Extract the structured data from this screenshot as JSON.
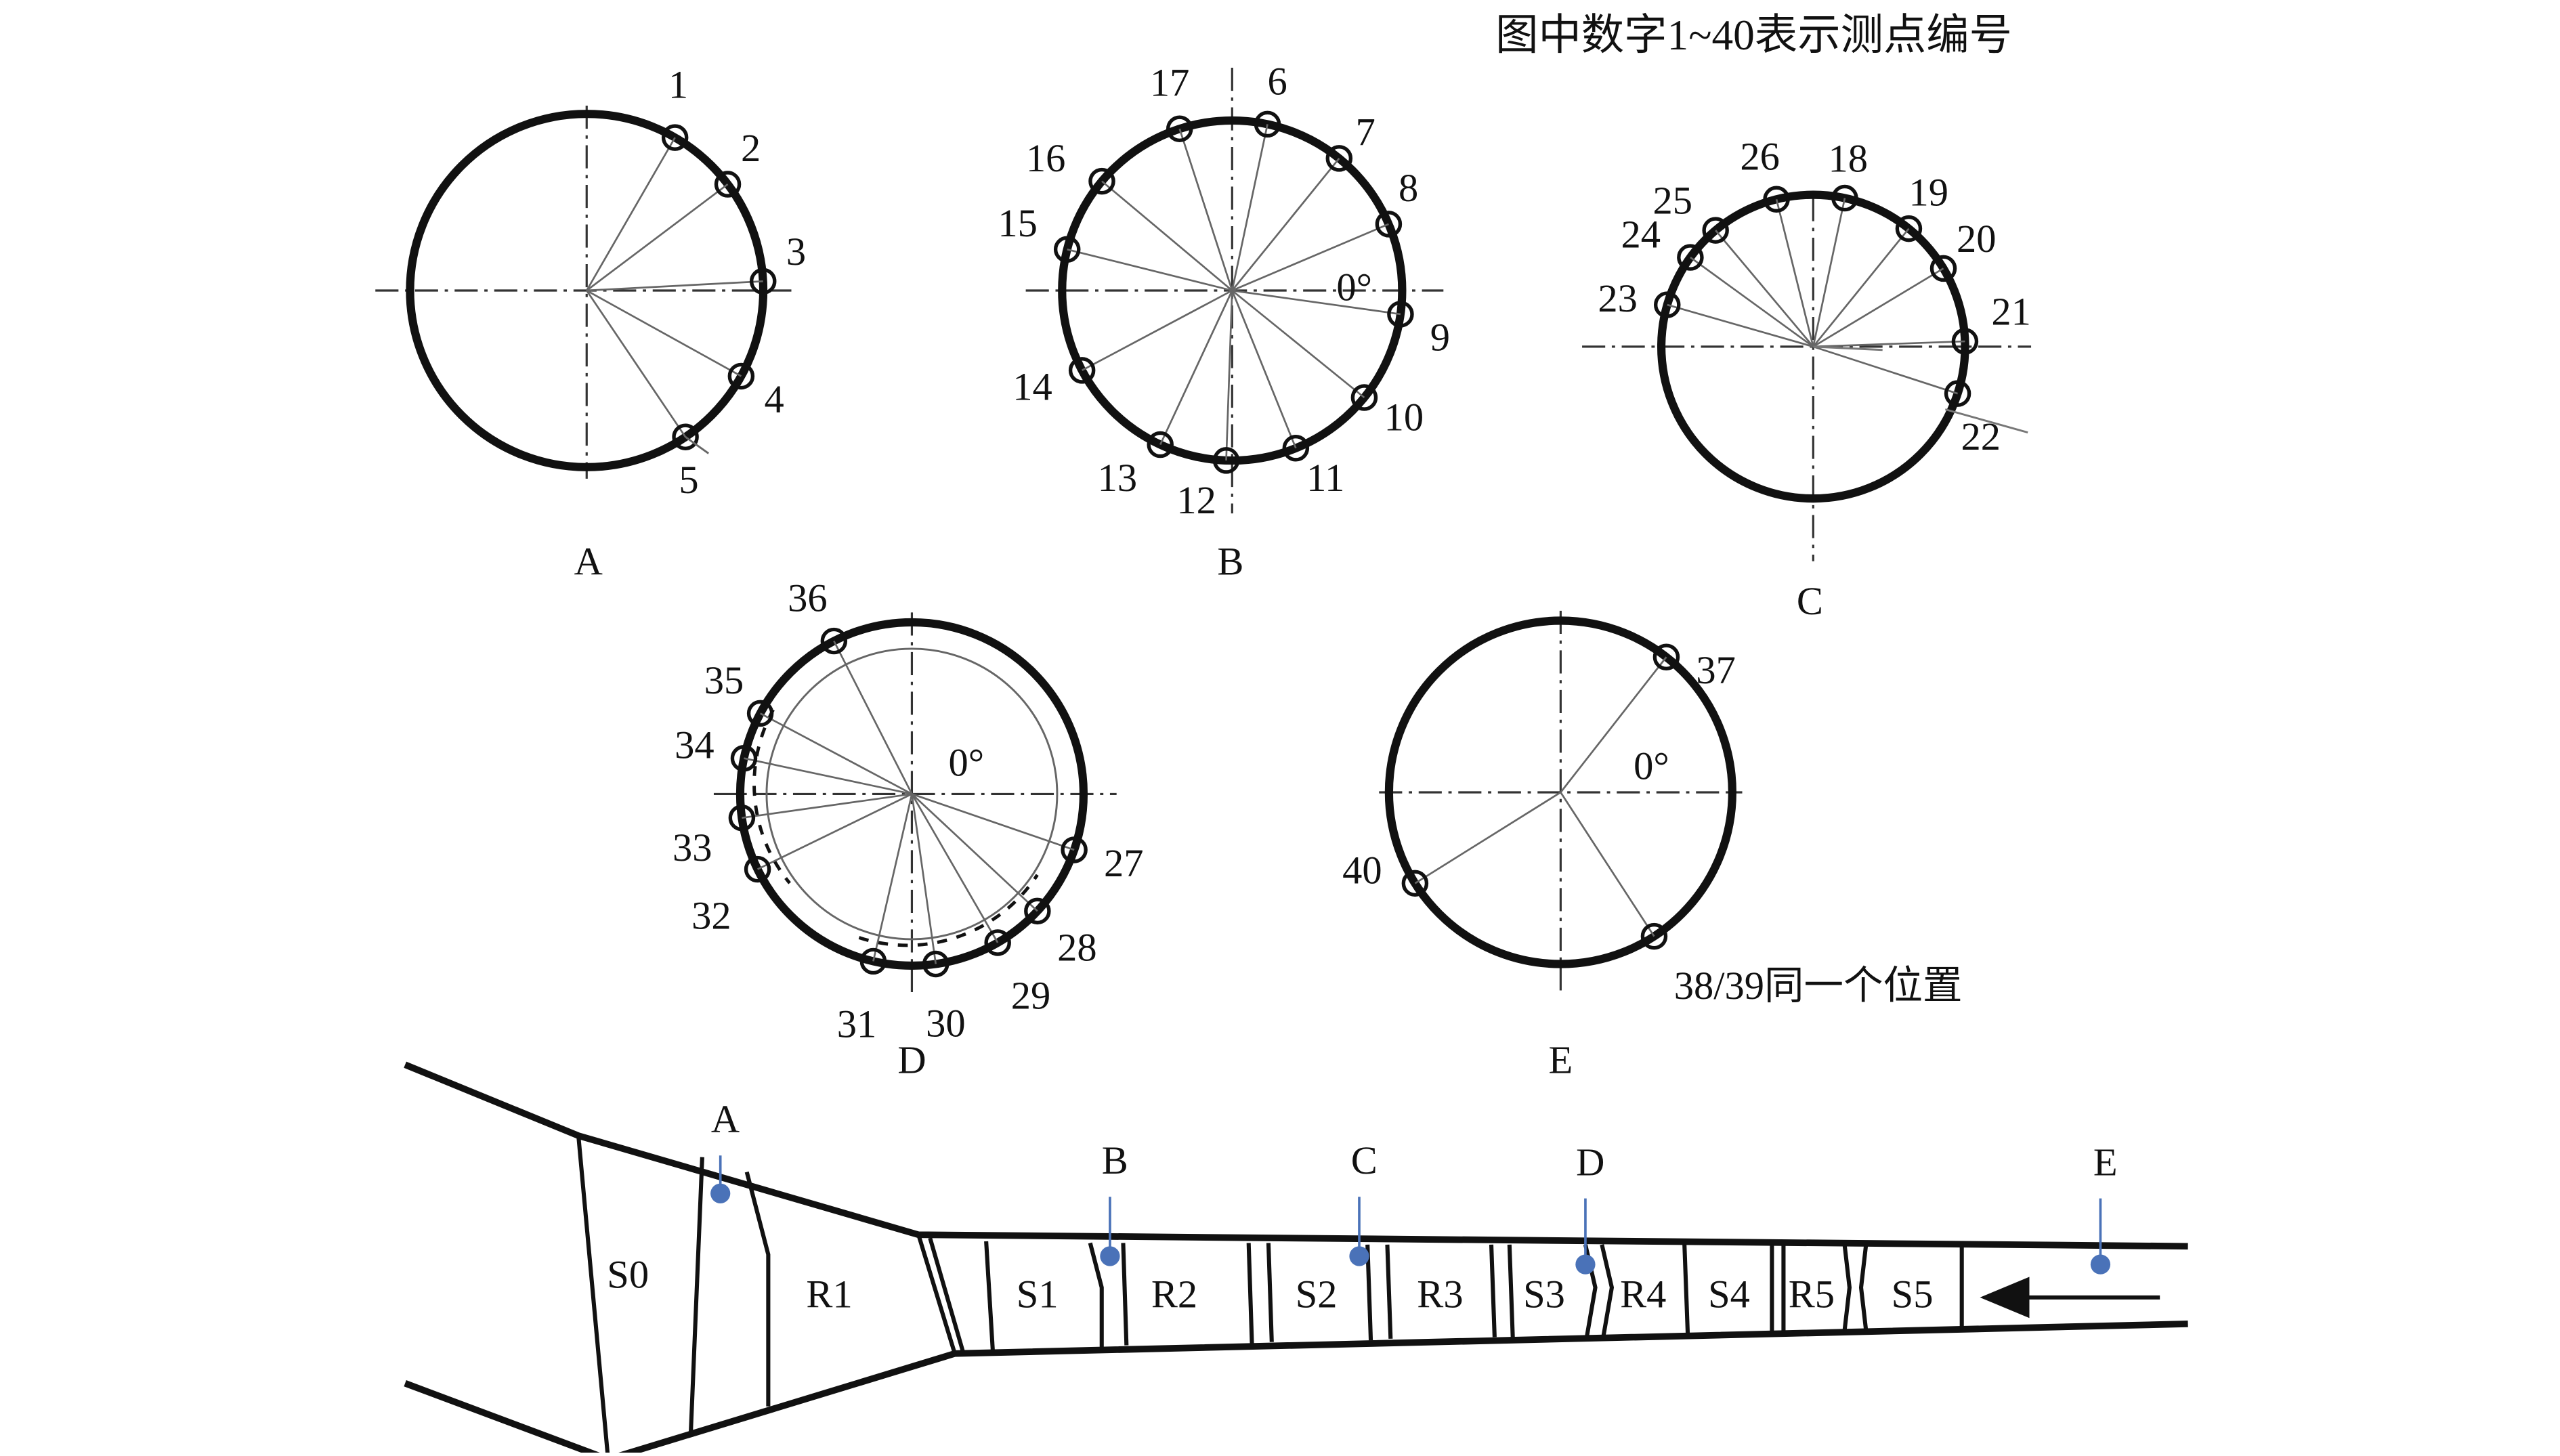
{
  "note": "图中数字1~40表示测点编号",
  "zero_label": "0°",
  "sections": [
    {
      "id": "A",
      "label": "A",
      "points": [
        "1",
        "2",
        "3",
        "4",
        "5"
      ]
    },
    {
      "id": "B",
      "label": "B",
      "points": [
        "6",
        "7",
        "8",
        "9",
        "10",
        "11",
        "12",
        "13",
        "14",
        "15",
        "16",
        "17"
      ]
    },
    {
      "id": "C",
      "label": "C",
      "points": [
        "18",
        "19",
        "20",
        "21",
        "22",
        "23",
        "24",
        "25",
        "26"
      ]
    },
    {
      "id": "D",
      "label": "D",
      "points": [
        "27",
        "28",
        "29",
        "30",
        "31",
        "32",
        "33",
        "34",
        "35",
        "36"
      ]
    },
    {
      "id": "E",
      "label": "E",
      "points": [
        "37",
        "38/39同一个位置",
        "40"
      ]
    }
  ],
  "pipe": {
    "segments": [
      "S0",
      "R1",
      "S1",
      "R2",
      "S2",
      "R3",
      "S3",
      "R4",
      "S4",
      "R5",
      "S5"
    ],
    "markers": [
      "A",
      "B",
      "C",
      "D",
      "E"
    ],
    "flow_direction": "right-to-left"
  },
  "colors": {
    "line": "#111111",
    "thin": "#555555",
    "marker": "#4a72b8"
  }
}
